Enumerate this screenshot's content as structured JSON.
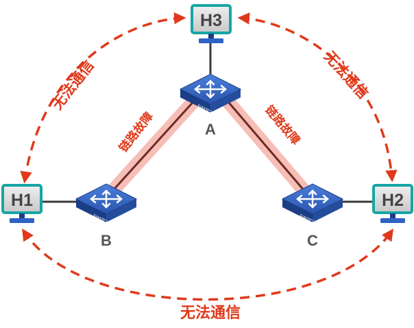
{
  "hosts": {
    "h1": {
      "label": "H1"
    },
    "h2": {
      "label": "H2"
    },
    "h3": {
      "label": "H3"
    }
  },
  "switches": {
    "a": {
      "label": "A",
      "badge": "SWITCH"
    },
    "b": {
      "label": "B",
      "badge": "SWITCH"
    },
    "c": {
      "label": "C",
      "badge": "SWITCH"
    }
  },
  "captions": {
    "left_arc": "无法通信",
    "right_arc": "无法通信",
    "bottom_arc": "无法通信",
    "fault_left": "链路故障",
    "fault_right": "链路故障"
  },
  "colors": {
    "arrow": "#e0391b",
    "caption": "#e0391b",
    "host_border": "#17a5a5",
    "host_fill": "#d9d9d9",
    "host_text": "#444444",
    "switch_top": "#2f62c4",
    "switch_side": "#1c3e86",
    "node_text": "#555555",
    "link": "#3a3a3a",
    "fault_link": "#6b2b24",
    "fault_glow": "#f4a9a0"
  }
}
